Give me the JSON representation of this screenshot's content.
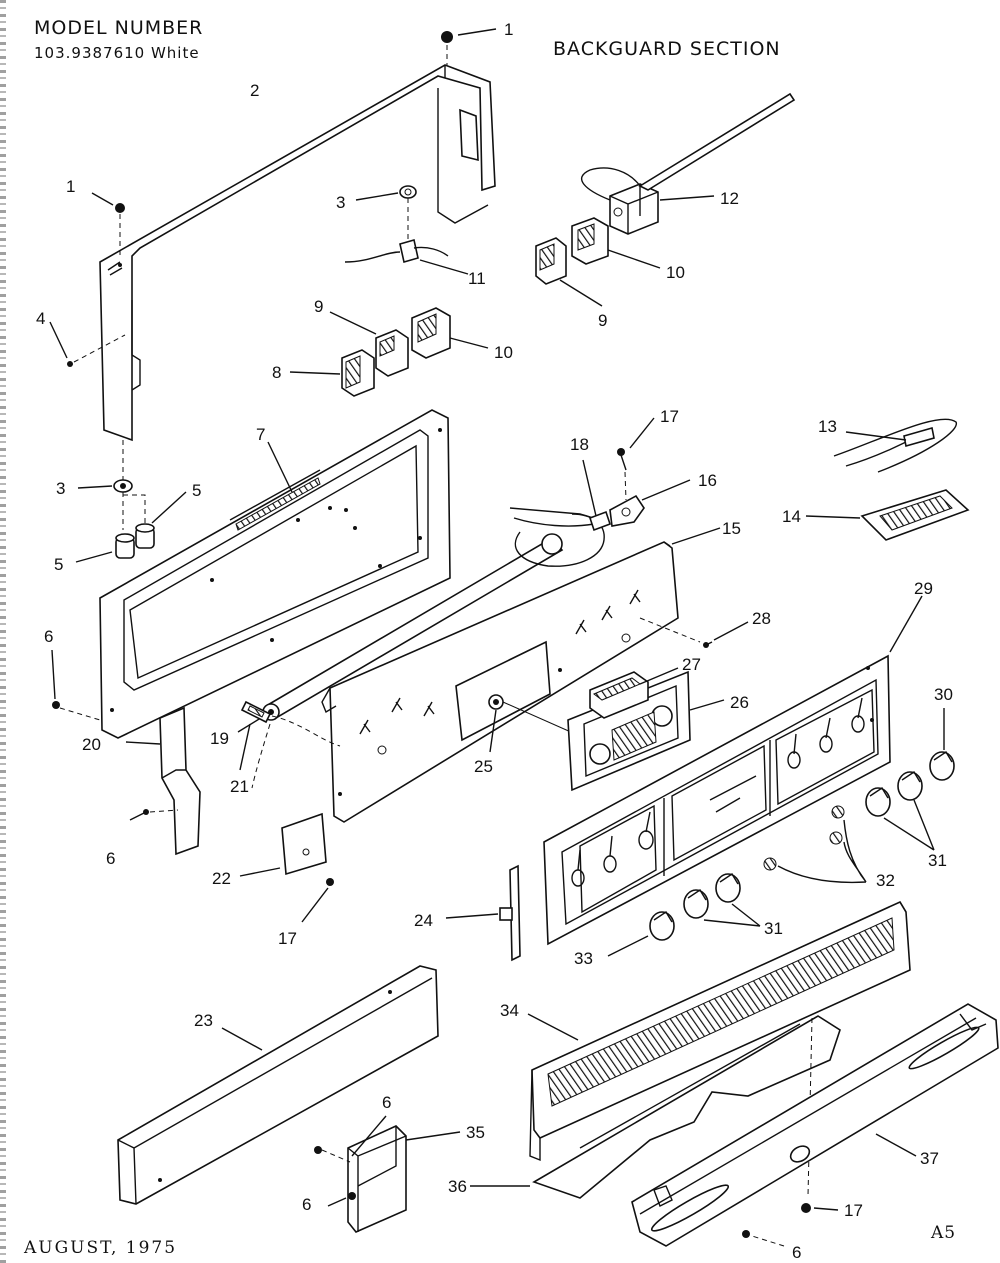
{
  "header": {
    "model_label": "MODEL NUMBER",
    "model_number": "103.9387610 White",
    "section_title": "BACKGUARD SECTION"
  },
  "footer": {
    "date": "AUGUST, 1975",
    "sheet_code": "A5"
  },
  "callouts": {
    "c1a": "1",
    "c1b": "1",
    "c2": "2",
    "c3a": "3",
    "c3b": "3",
    "c4": "4",
    "c5a": "5",
    "c5b": "5",
    "c6a": "6",
    "c6b": "6",
    "c6c": "6",
    "c6d": "6",
    "c6e": "6",
    "c7": "7",
    "c8": "8",
    "c9a": "9",
    "c9b": "9",
    "c10a": "10",
    "c10b": "10",
    "c11": "11",
    "c12": "12",
    "c13": "13",
    "c14": "14",
    "c15": "15",
    "c16": "16",
    "c17a": "17",
    "c17b": "17",
    "c17c": "17",
    "c18": "18",
    "c19": "19",
    "c20": "20",
    "c21": "21",
    "c22": "22",
    "c23": "23",
    "c24": "24",
    "c25": "25",
    "c26": "26",
    "c27": "27",
    "c28": "28",
    "c29": "29",
    "c30": "30",
    "c31a": "31",
    "c31b": "31",
    "c32": "32",
    "c33": "33",
    "c34": "34",
    "c35": "35",
    "c36": "36",
    "c37": "37"
  }
}
